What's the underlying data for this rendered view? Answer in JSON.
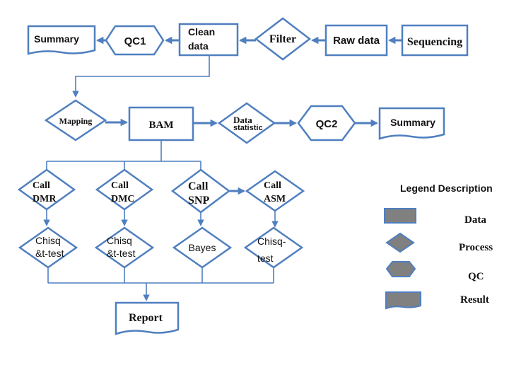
{
  "nodes": {
    "sequencing": "Sequencing",
    "raw_data": "Raw data",
    "filter": "Filter",
    "clean_data_1": "Clean",
    "clean_data_2": "data",
    "qc1": "QC1",
    "summary_top": "Summary",
    "mapping": "Mapping",
    "bam": "BAM",
    "data_statistic_1": "Data",
    "data_statistic_2": "statistic",
    "qc2": "QC2",
    "summary_mid": "Summary",
    "call_dmr_1": "Call",
    "call_dmr_2": "DMR",
    "call_dmc_1": "Call",
    "call_dmc_2": "DMC",
    "call_snp_1": "Call",
    "call_snp_2": "SNP",
    "call_asm_1": "Call",
    "call_asm_2": "ASM",
    "test_dmr_1": "Chisq",
    "test_dmr_2": "&t-test",
    "test_dmc_1": "Chisq",
    "test_dmc_2": "&t-test",
    "bayes": "Bayes",
    "test_asm_1": "Chisq-",
    "test_asm_2": "test",
    "report": "Report"
  },
  "legend": {
    "title": "Legend Description",
    "items": [
      "Data",
      "Process",
      "QC",
      "Result"
    ]
  },
  "colors": {
    "stroke": "#4f7fbf",
    "legend_fill": "#808080",
    "background": "#ffffff"
  }
}
